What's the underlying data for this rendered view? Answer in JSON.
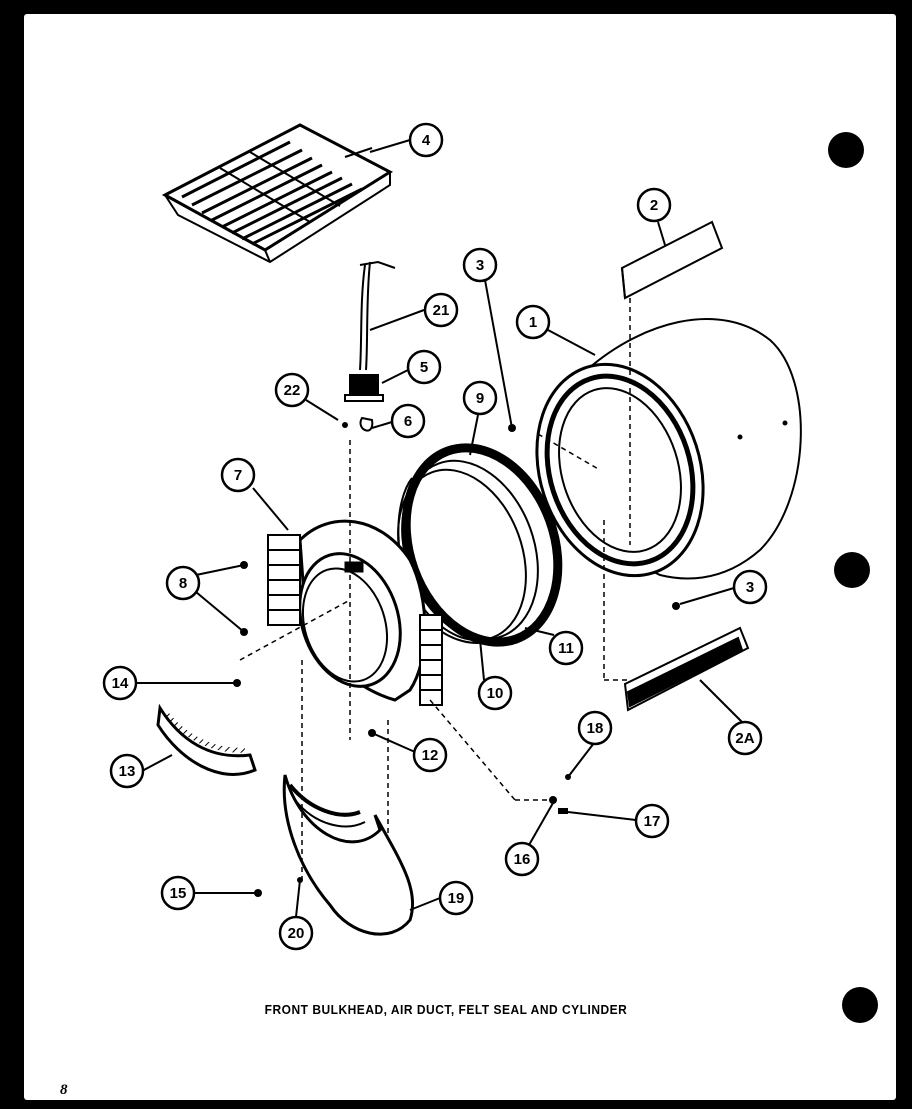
{
  "caption": "FRONT BULKHEAD, AIR DUCT, FELT SEAL AND CYLINDER",
  "page_number": "8",
  "callouts": [
    "1",
    "2",
    "2A",
    "3",
    "3",
    "4",
    "5",
    "6",
    "7",
    "8",
    "9",
    "10",
    "11",
    "12",
    "13",
    "14",
    "15",
    "16",
    "17",
    "18",
    "19",
    "20",
    "21",
    "22"
  ]
}
